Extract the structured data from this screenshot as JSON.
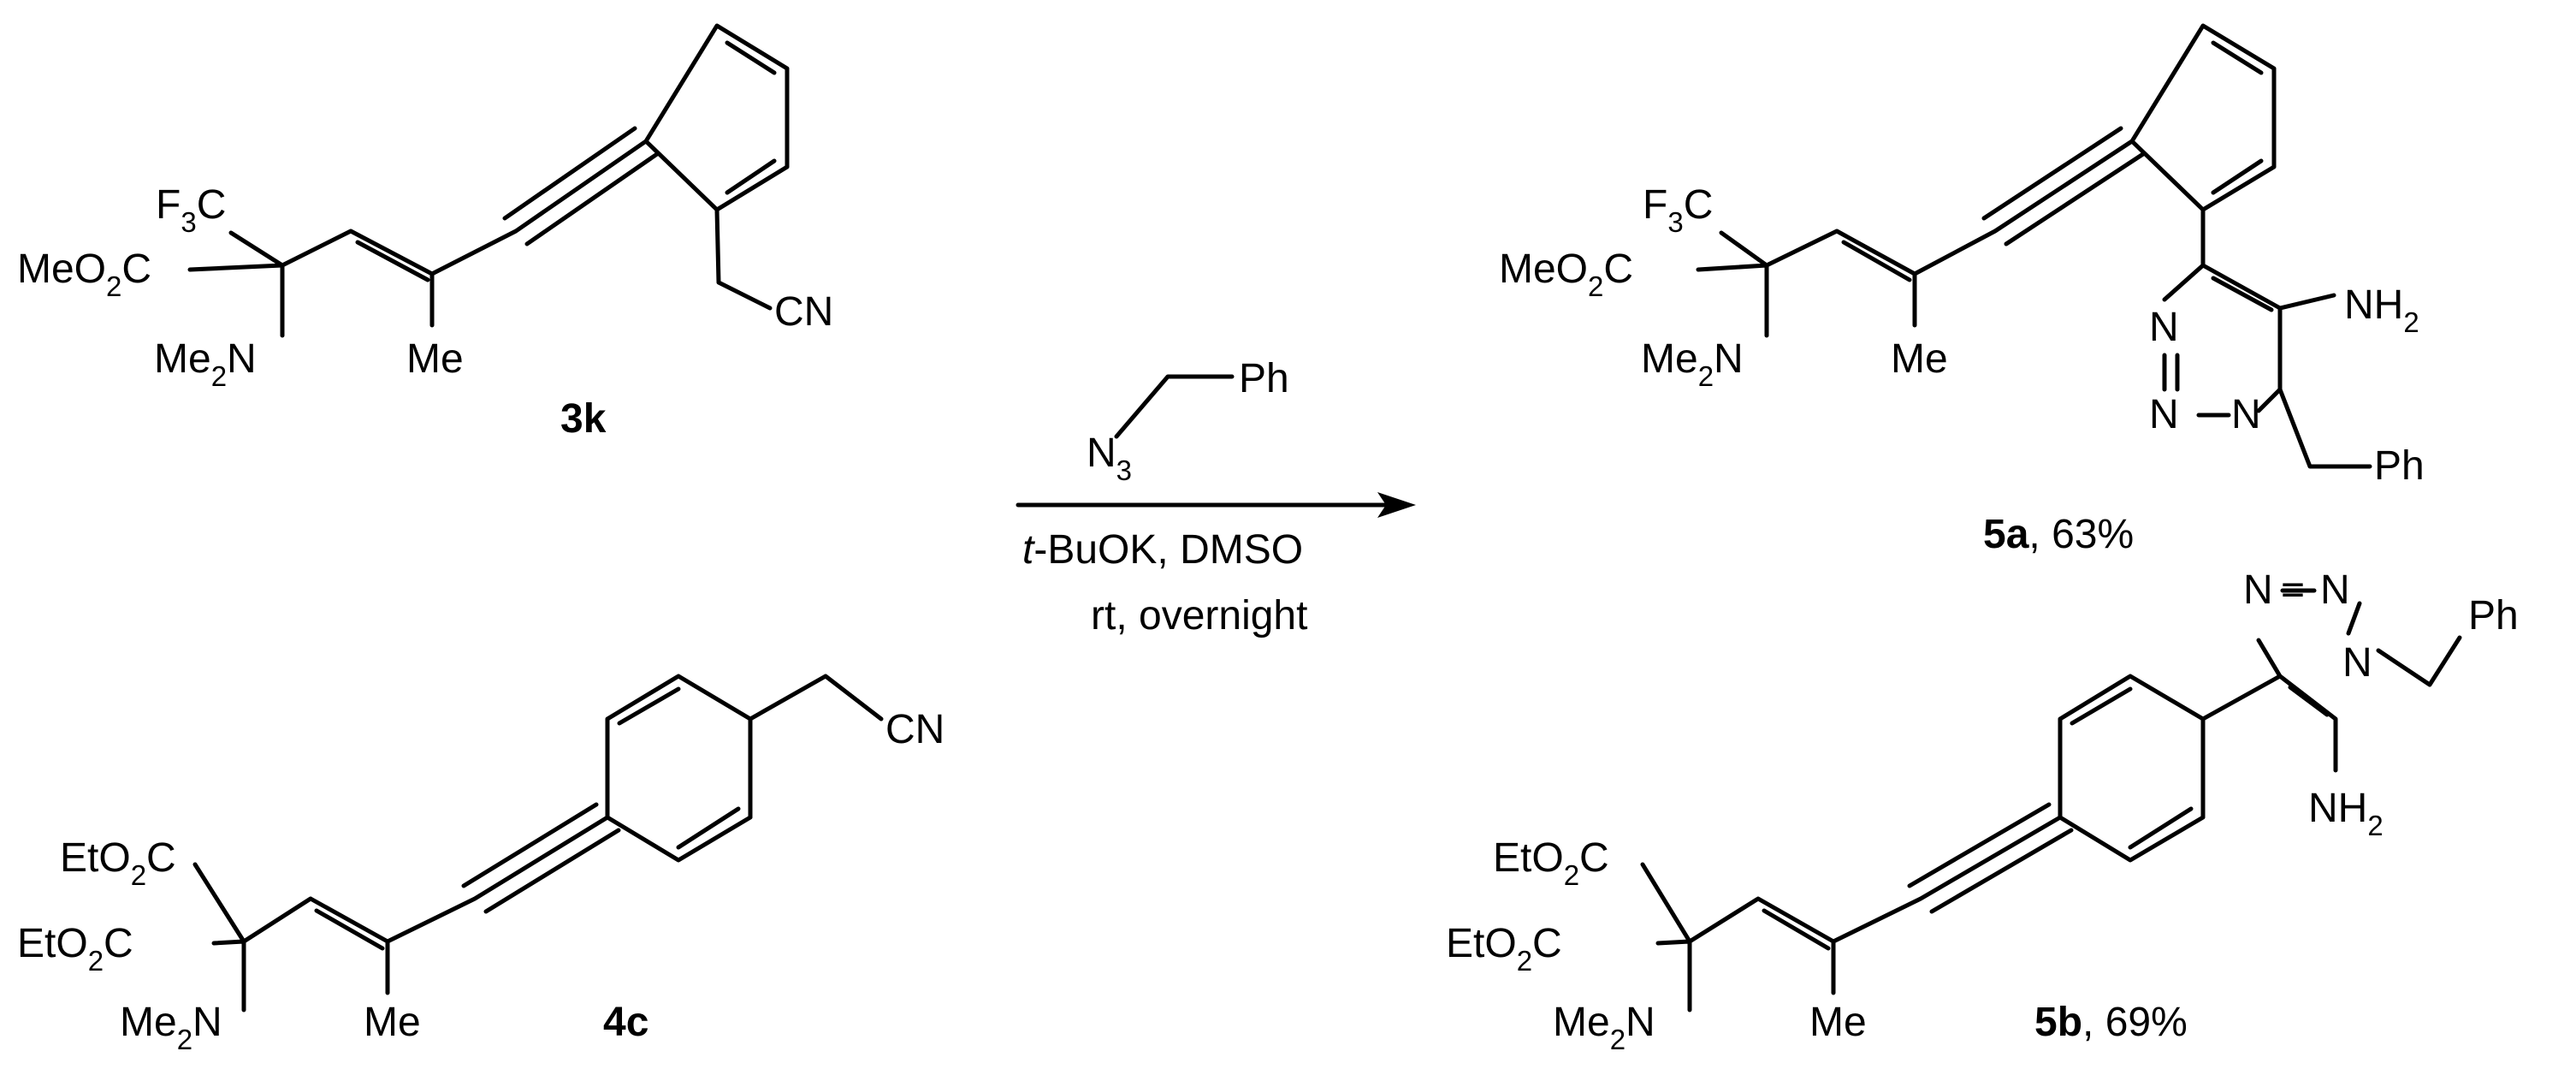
{
  "reagent": {
    "ph": "Ph",
    "n": "N",
    "n_sub": "3"
  },
  "conditions": {
    "base_prefix": "t",
    "base_rest": "-BuOK, DMSO",
    "line2": "rt, overnight"
  },
  "common": {
    "f": "F",
    "three": "3",
    "c": "C",
    "meo": "MeO",
    "two": "2",
    "me": "Me",
    "n": "N",
    "cn": "CN",
    "eto": "EtO",
    "nh": "NH",
    "ph": "Ph"
  },
  "compounds": {
    "c3k": {
      "id": "3k"
    },
    "c4c": {
      "id": "4c"
    },
    "c5a": {
      "id": "5a",
      "yield": ", 63%"
    },
    "c5b": {
      "id": "5b",
      "yield": ", 69%"
    }
  }
}
